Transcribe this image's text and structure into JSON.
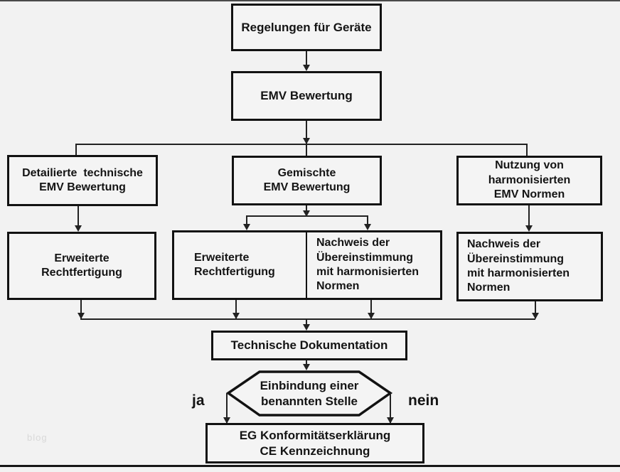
{
  "diagram": {
    "nodes": {
      "regelungen": {
        "label": "Regelungen für Geräte"
      },
      "emv_bewertung": {
        "label": "EMV Bewertung"
      },
      "detailierte": {
        "label": "Detailierte  technische\nEMV Bewertung"
      },
      "gemischte": {
        "label": "Gemischte\nEMV Bewertung"
      },
      "nutzung": {
        "label": "Nutzung von\nharmonisierten\nEMV Normen"
      },
      "erweiterte": {
        "label": "Erweiterte\nRechtfertigung"
      },
      "split_left": {
        "label": "Erweiterte\nRechtfertigung"
      },
      "split_right": {
        "label": "Nachweis der\nÜbereinstimmung\nmit harmonisierten\nNormen"
      },
      "nachweis": {
        "label": "Nachweis der\nÜbereinstimmung\nmit harmonisierten\nNormen"
      },
      "technische": {
        "label": "Technische Dokumentation"
      },
      "einbindung": {
        "label": "Einbindung einer\nbenannten Stelle"
      },
      "eg_konformitaet": {
        "label": "EG Konformitätserklärung\nCE Kennzeichnung"
      }
    },
    "decision_labels": {
      "yes": "ja",
      "no": "nein"
    },
    "watermark": "blog",
    "colors": {
      "background": "#f2f2f2",
      "box_border": "#121212",
      "line": "#222222",
      "watermark": "#d9d9d9"
    }
  }
}
